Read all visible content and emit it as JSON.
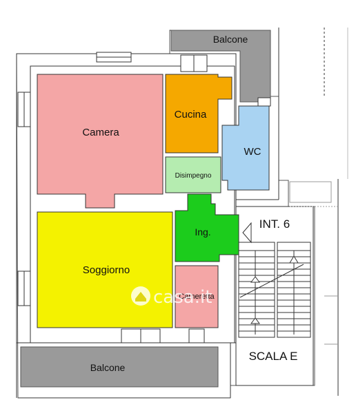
{
  "rooms": {
    "camera": {
      "label": "Camera",
      "color": "#f4a6a6"
    },
    "cucina": {
      "label": "Cucina",
      "color": "#f5a800"
    },
    "wc": {
      "label": "WC",
      "color": "#a9d3f2"
    },
    "disimpegno": {
      "label": "Disimpegno",
      "color": "#b5ecb0"
    },
    "ingresso": {
      "label": "Ing.",
      "color": "#1ccc1c"
    },
    "soggiorno": {
      "label": "Soggiorno",
      "color": "#f4f200"
    },
    "cameretta": {
      "label": "Cameretta",
      "color": "#f4a6a6"
    },
    "balcone_top": {
      "label": "Balcone",
      "color": "#9a9a9a"
    },
    "balcone_bottom": {
      "label": "Balcone",
      "color": "#9a9a9a"
    }
  },
  "stair": {
    "unit_label": "INT. 6",
    "stair_label": "SCALA E"
  },
  "watermark": {
    "text": "casa.it"
  },
  "colors": {
    "wall": "#d9d9d9",
    "line": "#333333"
  }
}
